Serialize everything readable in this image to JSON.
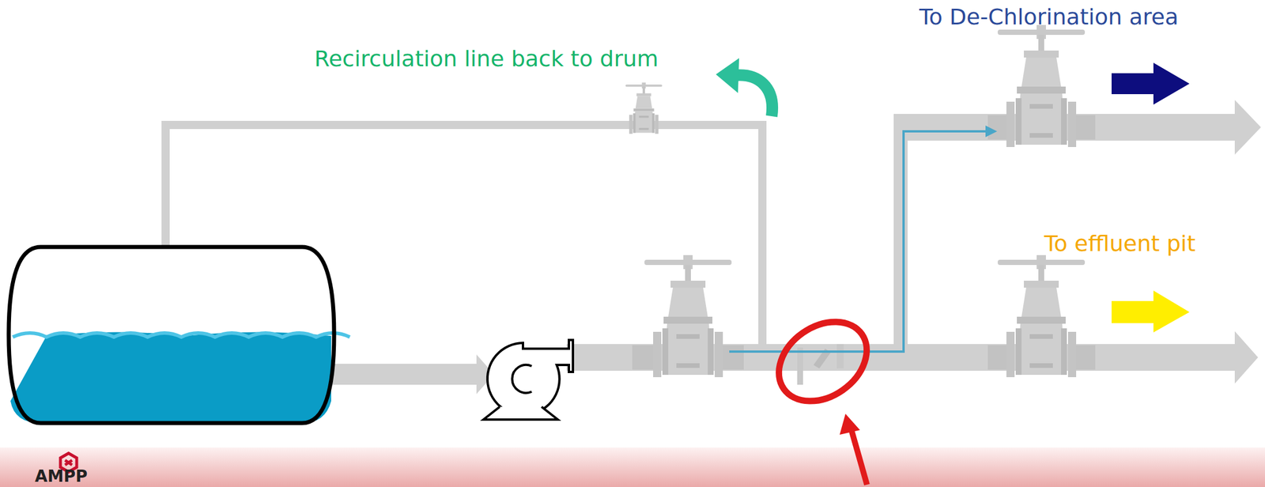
{
  "diagram": {
    "labels": [
      "Recirculation line back to drum",
      "To De-Chlorination area",
      "To effluent pit",
      "AMPP"
    ]
  }
}
